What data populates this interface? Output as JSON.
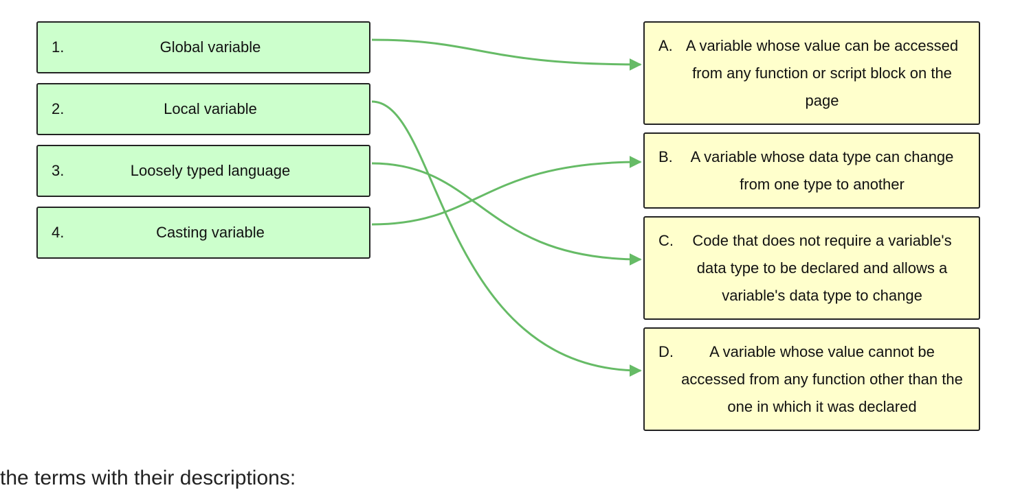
{
  "terms": [
    {
      "number": "1.",
      "label": "Global variable"
    },
    {
      "number": "2.",
      "label": "Local variable"
    },
    {
      "number": "3.",
      "label": "Loosely typed language"
    },
    {
      "number": "4.",
      "label": "Casting variable"
    }
  ],
  "descriptions": [
    {
      "letter": "A.",
      "text": "A variable whose value can be accessed from any function or script block on the page"
    },
    {
      "letter": "B.",
      "text": "A variable whose data type can change from one type to another"
    },
    {
      "letter": "C.",
      "text": "Code that does not require a variable's data type to be declared and allows a variable's data type to change"
    },
    {
      "letter": "D.",
      "text": "A variable whose value cannot be accessed from any function other than the one in which it was declared"
    }
  ],
  "matches": [
    {
      "term": "1.",
      "description": "A."
    },
    {
      "term": "2.",
      "description": "D."
    },
    {
      "term": "3.",
      "description": "C."
    },
    {
      "term": "4.",
      "description": "B."
    }
  ],
  "instruction": "the terms with their descriptions:",
  "colors": {
    "term_fill": "#ccffcc",
    "description_fill": "#ffffcc",
    "connector": "#66bb66",
    "border": "#222222"
  }
}
